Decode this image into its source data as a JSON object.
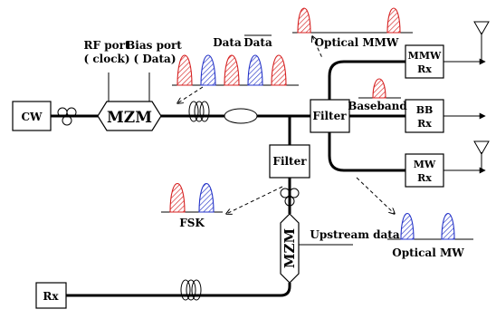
{
  "blocks": {
    "cw": "CW",
    "mzm": "MZM",
    "mzm_up": "MZM",
    "filter_main": "Filter",
    "filter_up": "Filter",
    "mmw_rx_1": "MMW",
    "mmw_rx_2": "Rx",
    "bb_rx_1": "BB",
    "bb_rx_2": "Rx",
    "mw_rx_1": "MW",
    "mw_rx_2": "Rx",
    "rx": "Rx"
  },
  "labels": {
    "rf_port_1": "RF port",
    "rf_port_2": "( clock)",
    "bias_port_1": "Bias port",
    "bias_port_2": "( Data)",
    "data": "Data",
    "data_bar": "Data",
    "optical_mmw": "Optical MMW",
    "baseband": "Baseband",
    "fsk": "FSK",
    "optical_mw": "Optical MW",
    "upstream_data": "Upstream data"
  },
  "colors": {
    "red_pulse": "#d62020",
    "blue_pulse": "#2433c8"
  }
}
